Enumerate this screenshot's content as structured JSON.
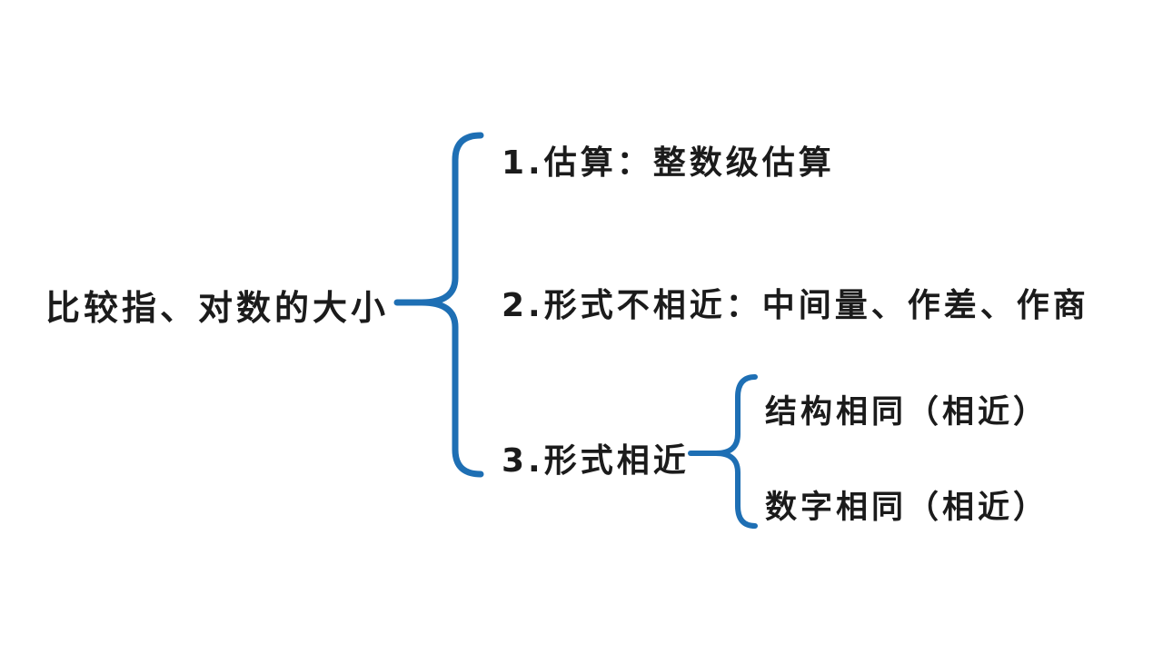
{
  "colors": {
    "brace": "#1e6fb4",
    "text": "#1b1b1b",
    "background": "#ffffff"
  },
  "diagram": {
    "root": {
      "label": "比较指、对数的大小"
    },
    "branches": [
      {
        "label": "1.估算：整数级估算"
      },
      {
        "label": "2.形式不相近：中间量、作差、作商"
      },
      {
        "label": "3.形式相近",
        "children": [
          {
            "label": "结构相同（相近）"
          },
          {
            "label": "数字相同（相近）"
          }
        ]
      }
    ]
  }
}
